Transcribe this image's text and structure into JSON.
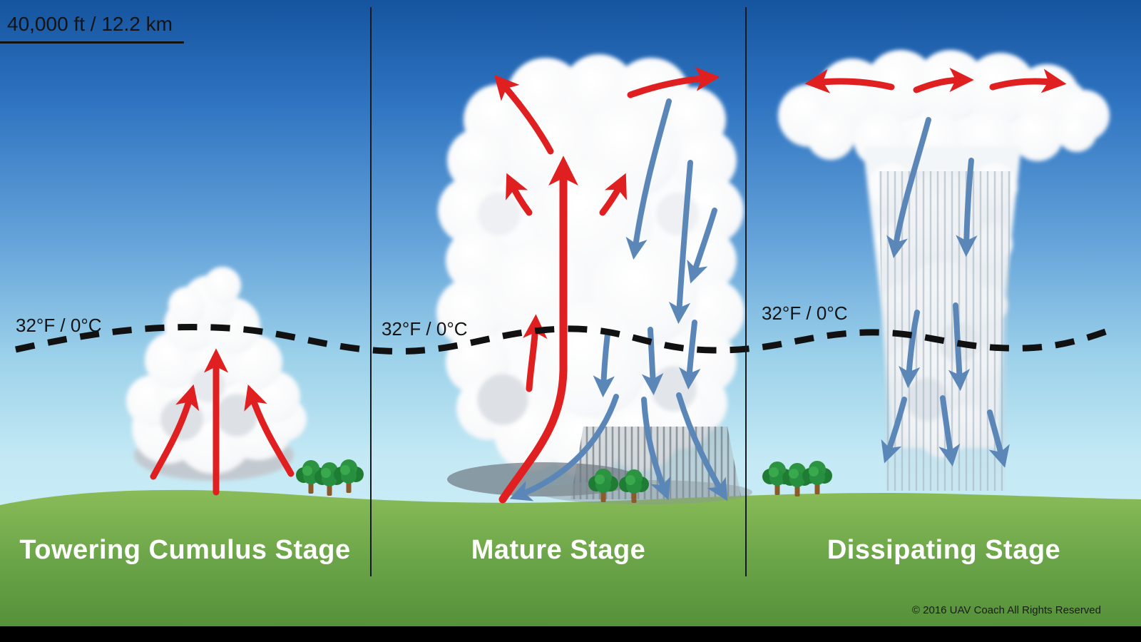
{
  "altitude_marker": {
    "label": "40,000 ft / 12.2 km"
  },
  "freezing_level": {
    "label": "32°F / 0°C"
  },
  "stages": [
    {
      "label": "Towering Cumulus Stage"
    },
    {
      "label": "Mature Stage"
    },
    {
      "label": "Dissipating Stage"
    }
  ],
  "footer": {
    "copyright": "© 2016 UAV Coach All Rights Reserved"
  },
  "colors": {
    "updraft": "#e02020",
    "downdraft": "#5b87b8",
    "line": "#111111",
    "stage_text": "#ffffff",
    "sky_top": "#15549f",
    "sky_bottom": "#d2f0f8",
    "ground_top": "#8abc58",
    "ground_bottom": "#4f8c35"
  }
}
